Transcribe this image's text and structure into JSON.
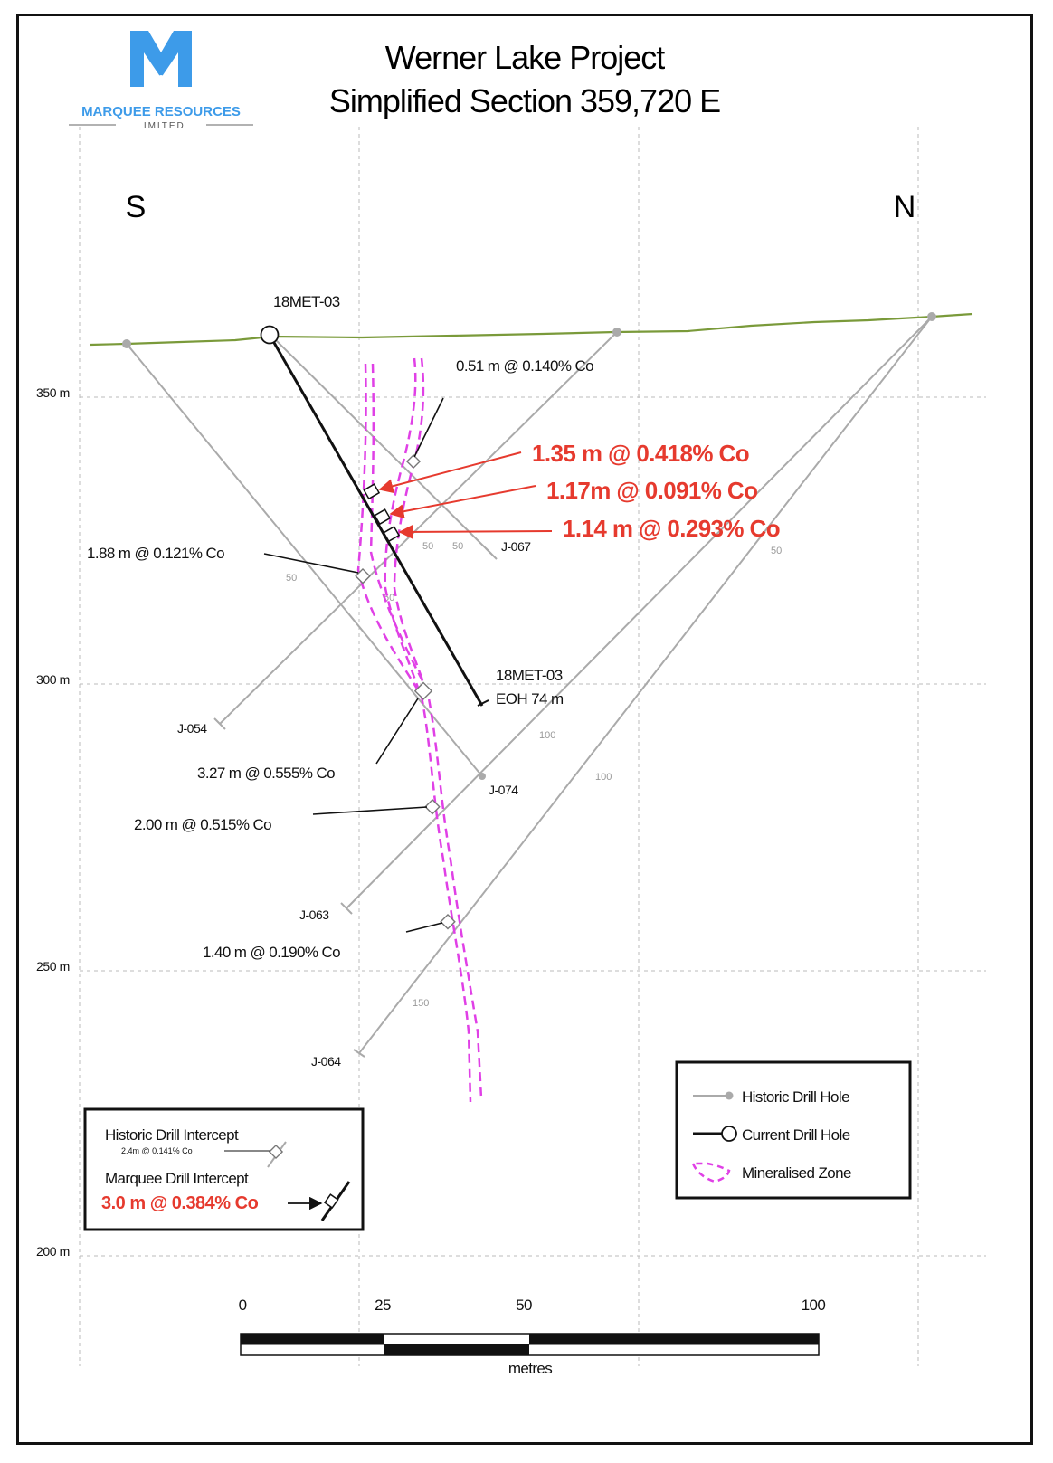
{
  "logo": {
    "company": "MARQUEE RESOURCES",
    "sub": "LIMITED",
    "brand_color": "#3d9be9"
  },
  "title": {
    "line1": "Werner Lake Project",
    "line2": "Simplified Section 359,720 E"
  },
  "directions": {
    "south": "S",
    "north": "N"
  },
  "elevations": [
    "350 m",
    "300 m",
    "250 m",
    "200 m"
  ],
  "scale_bar": {
    "ticks": [
      "0",
      "25",
      "50",
      "100"
    ],
    "unit": "metres"
  },
  "holes": {
    "current_top": "18MET-03",
    "current_eoh_line1": "18MET-03",
    "current_eoh_line2": "EOH 74 m",
    "historic": [
      "J-067",
      "J-054",
      "J-074",
      "J-063",
      "J-064"
    ]
  },
  "depth_marks": [
    "50",
    "50",
    "50",
    "50",
    "50",
    "100",
    "100",
    "150"
  ],
  "intercepts": {
    "historic": [
      "0.51 m @ 0.140% Co",
      "1.88 m @ 0.121% Co",
      "3.27 m @ 0.555% Co",
      "2.00 m @ 0.515% Co",
      "1.40 m @ 0.190% Co"
    ],
    "marquee": [
      "1.35 m @ 0.418% Co",
      "1.17m @ 0.091% Co",
      "1.14 m @ 0.293% Co"
    ]
  },
  "intercept_legend": {
    "historic_label": "Historic Drill Intercept",
    "historic_example": "2.4m @ 0.141% Co",
    "marquee_label": "Marquee Drill Intercept",
    "marquee_example": "3.0 m @ 0.384% Co"
  },
  "legend": {
    "historic_hole": "Historic Drill Hole",
    "current_hole": "Current Drill Hole",
    "zone": "Mineralised Zone"
  },
  "colors": {
    "highlight": "#e63a2e",
    "zone": "#e040e6",
    "historic": "#aaaaaa",
    "topography": "#7a9a3a"
  }
}
